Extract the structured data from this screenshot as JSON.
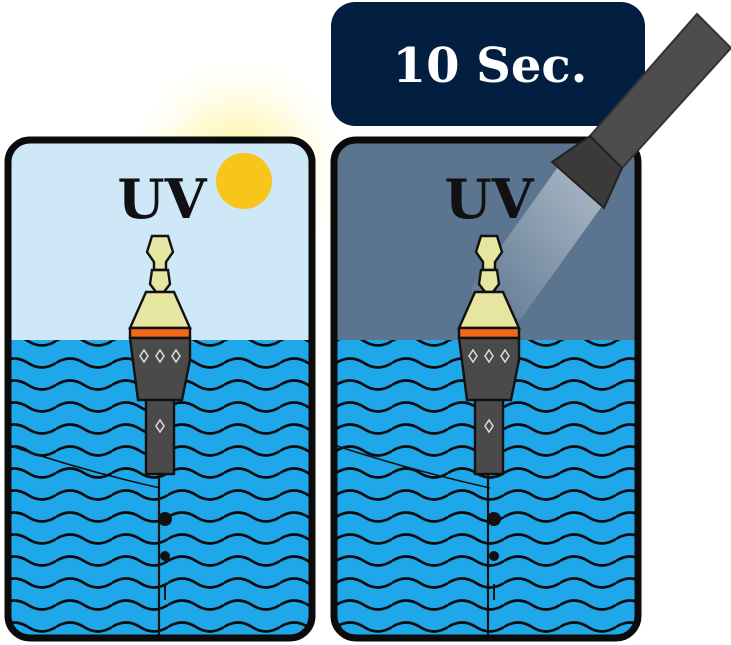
{
  "panels": [
    {
      "label": "UV",
      "sky_color": "#cfe8f8",
      "light": "sun-icon"
    },
    {
      "label": "UV",
      "sky_color": "#5b7590",
      "light": "flashlight-icon"
    }
  ],
  "timer_badge": {
    "text": "10 Sec.",
    "color": "#021f42"
  },
  "colors": {
    "water": "#1ea7e9",
    "sun": "#f8c51a",
    "float_top": "#e6e6a0",
    "float_band": "#f06a1c",
    "float_body": "#4a4a4a",
    "flashlight": "#4d4d4d"
  }
}
